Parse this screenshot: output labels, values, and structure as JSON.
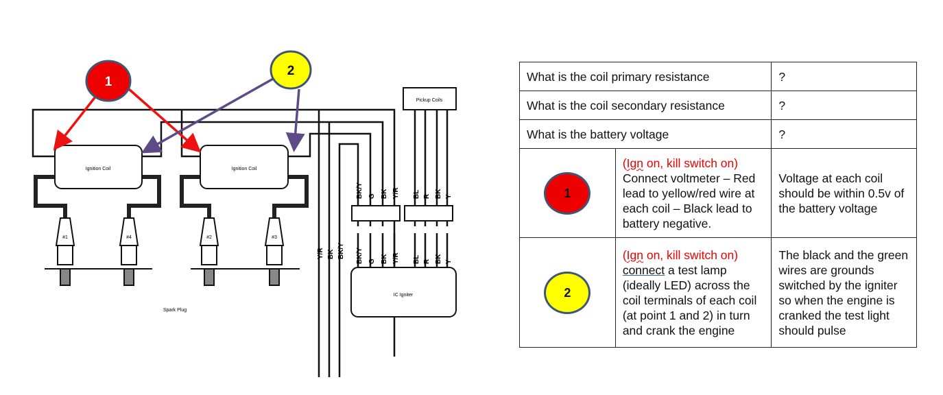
{
  "diagram": {
    "labels": {
      "coil1": "Ignition Coil",
      "coil2": "Ignition Coil",
      "pickup": "Pickup Coils",
      "igniter": "IC Igniter",
      "spark_plug": "Spark Plug",
      "plugs": [
        "#1",
        "#4",
        "#2",
        "#3"
      ],
      "wires_left": [
        "Y/R",
        "BK",
        "BK/Y"
      ],
      "wires_connector": [
        "BK/Y",
        "G",
        "BK",
        "Y/R"
      ],
      "wires_pickup": [
        "BL",
        "R",
        "BK",
        "Y"
      ]
    },
    "markers": [
      {
        "label": "1",
        "color": "#ee0000"
      },
      {
        "label": "2",
        "color": "#ffff00"
      }
    ],
    "arrow_colors": {
      "marker1": "#ee1111",
      "marker2": "#5e4a86"
    }
  },
  "table": {
    "questions": [
      {
        "q": "What is the coil primary resistance",
        "a": "?"
      },
      {
        "q": "What is the coil secondary resistance",
        "a": "?"
      },
      {
        "q": "What is the battery voltage",
        "a": "?"
      }
    ],
    "steps": [
      {
        "marker": "1",
        "condition_prefix": "(",
        "condition_word": "Ign",
        "condition_rest": " on, kill switch on)",
        "instruction_lead": "",
        "instruction": "Connect voltmeter – Red lead to yellow/red wire at each coil – Black lead to battery negative.",
        "result": "Voltage at each coil should be within 0.5v of the battery voltage"
      },
      {
        "marker": "2",
        "condition_prefix": "(",
        "condition_word": "Ign",
        "condition_rest": " on, kill switch on)",
        "instruction_lead": "connect",
        "instruction": " a test lamp (ideally LED) across the coil terminals of each coil (at point 1 and 2) in turn and crank the engine",
        "result": "The black and the green wires are grounds switched by the igniter so when the engine is cranked the test light should pulse"
      }
    ]
  }
}
